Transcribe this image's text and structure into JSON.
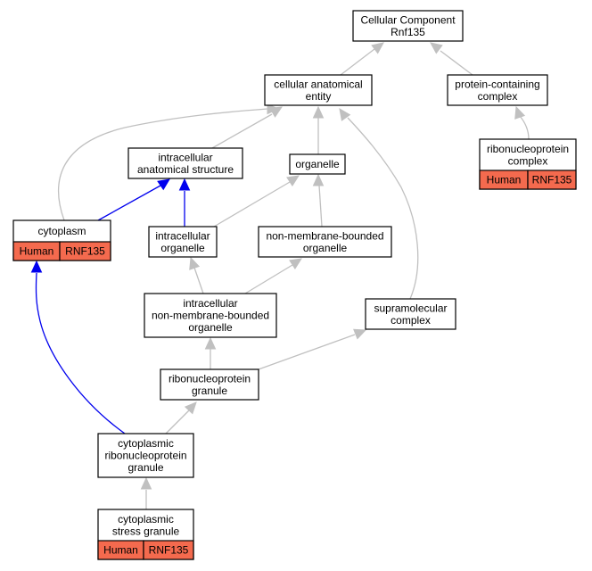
{
  "colors": {
    "gray_edge": "#c0c0c0",
    "blue_edge": "#0000ee",
    "annotation_fill": "#f46a4e",
    "node_border": "#000000",
    "background": "#ffffff"
  },
  "nodes": {
    "root": {
      "lines": [
        "Cellular Component",
        "Rnf135"
      ]
    },
    "cae": {
      "lines": [
        "cellular anatomical",
        "entity"
      ]
    },
    "pcc": {
      "lines": [
        "protein-containing",
        "complex"
      ]
    },
    "rnpc": {
      "lines": [
        "ribonucleoprotein",
        "complex"
      ],
      "tags": [
        "Human",
        "RNF135"
      ]
    },
    "ias": {
      "lines": [
        "intracellular",
        "anatomical structure"
      ]
    },
    "org": {
      "lines": [
        "organelle"
      ]
    },
    "cyto": {
      "lines": [
        "cytoplasm"
      ],
      "tags": [
        "Human",
        "RNF135"
      ]
    },
    "io": {
      "lines": [
        "intracellular",
        "organelle"
      ]
    },
    "nmbo": {
      "lines": [
        "non-membrane-bounded",
        "organelle"
      ]
    },
    "inmbo": {
      "lines": [
        "intracellular",
        "non-membrane-bounded",
        "organelle"
      ]
    },
    "smc": {
      "lines": [
        "supramolecular",
        "complex"
      ]
    },
    "rnpg": {
      "lines": [
        "ribonucleoprotein",
        "granule"
      ]
    },
    "crnpg": {
      "lines": [
        "cytoplasmic",
        "ribonucleoprotein",
        "granule"
      ]
    },
    "csg": {
      "lines": [
        "cytoplasmic",
        "stress granule"
      ],
      "tags": [
        "Human",
        "RNF135"
      ]
    }
  },
  "edges": [
    {
      "from": "cae",
      "to": "root",
      "color": "gray"
    },
    {
      "from": "pcc",
      "to": "root",
      "color": "gray"
    },
    {
      "from": "rnpc",
      "to": "pcc",
      "color": "gray"
    },
    {
      "from": "ias",
      "to": "cae",
      "color": "gray"
    },
    {
      "from": "org",
      "to": "cae",
      "color": "gray"
    },
    {
      "from": "cyto",
      "to": "cae",
      "color": "gray"
    },
    {
      "from": "smc",
      "to": "cae",
      "color": "gray"
    },
    {
      "from": "cyto",
      "to": "ias",
      "color": "blue"
    },
    {
      "from": "io",
      "to": "ias",
      "color": "blue"
    },
    {
      "from": "io",
      "to": "org",
      "color": "gray"
    },
    {
      "from": "nmbo",
      "to": "org",
      "color": "gray"
    },
    {
      "from": "inmbo",
      "to": "io",
      "color": "gray"
    },
    {
      "from": "inmbo",
      "to": "nmbo",
      "color": "gray"
    },
    {
      "from": "rnpg",
      "to": "inmbo",
      "color": "gray"
    },
    {
      "from": "rnpg",
      "to": "smc",
      "color": "gray"
    },
    {
      "from": "crnpg",
      "to": "rnpg",
      "color": "gray"
    },
    {
      "from": "crnpg",
      "to": "cyto",
      "color": "blue"
    },
    {
      "from": "csg",
      "to": "crnpg",
      "color": "gray"
    }
  ]
}
